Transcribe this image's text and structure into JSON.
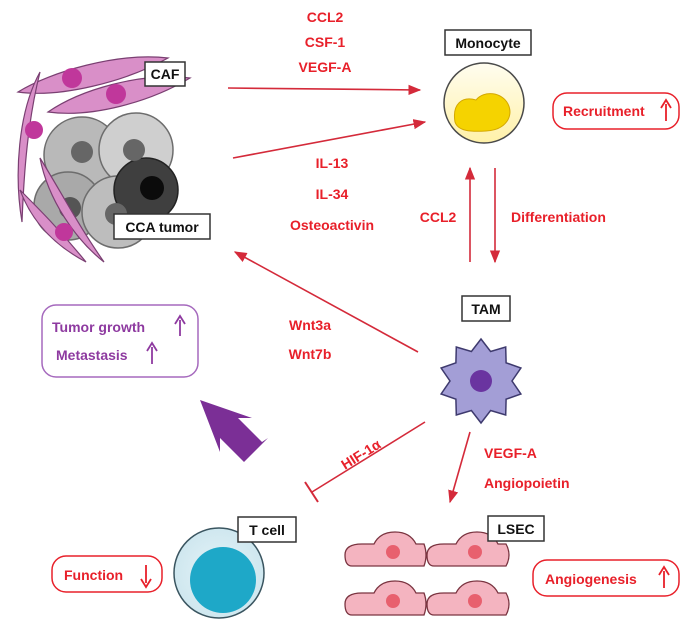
{
  "cells": {
    "caf": "CAF",
    "cca_tumor": "CCA tumor",
    "monocyte": "Monocyte",
    "tam": "TAM",
    "t_cell": "T cell",
    "lsec": "LSEC"
  },
  "factors": {
    "caf_to_monocyte": [
      "CCL2",
      "CSF-1",
      "VEGF-A"
    ],
    "tumor_to_monocyte": [
      "IL-13",
      "IL-34",
      "Osteoactivin"
    ],
    "tam_to_monocyte": "CCL2",
    "monocyte_to_tam": "Differentiation",
    "tam_to_tumor": [
      "Wnt3a",
      "Wnt7b"
    ],
    "tam_to_tcell": "HIF-1α",
    "tam_to_lsec": [
      "VEGF-A",
      "Angiopoietin"
    ]
  },
  "outcomes": {
    "recruitment": "Recruitment",
    "tumor_growth": "Tumor growth",
    "metastasis": "Metastasis",
    "function": "Function",
    "angiogenesis": "Angiogenesis"
  },
  "colors": {
    "accent_red": "#e8202a",
    "purple": "#8e3aa0",
    "caf_pink": "#d98fc8",
    "monocyte_yellow": "#f5d300",
    "tam_lavender": "#a39ed6",
    "tcell_cyan": "#1ea8c8",
    "lsec_pink": "#f4b4c0"
  },
  "icons": [
    "up-arrow-icon",
    "down-arrow-icon",
    "inhibition-arrow-icon",
    "big-purple-arrow-icon"
  ]
}
